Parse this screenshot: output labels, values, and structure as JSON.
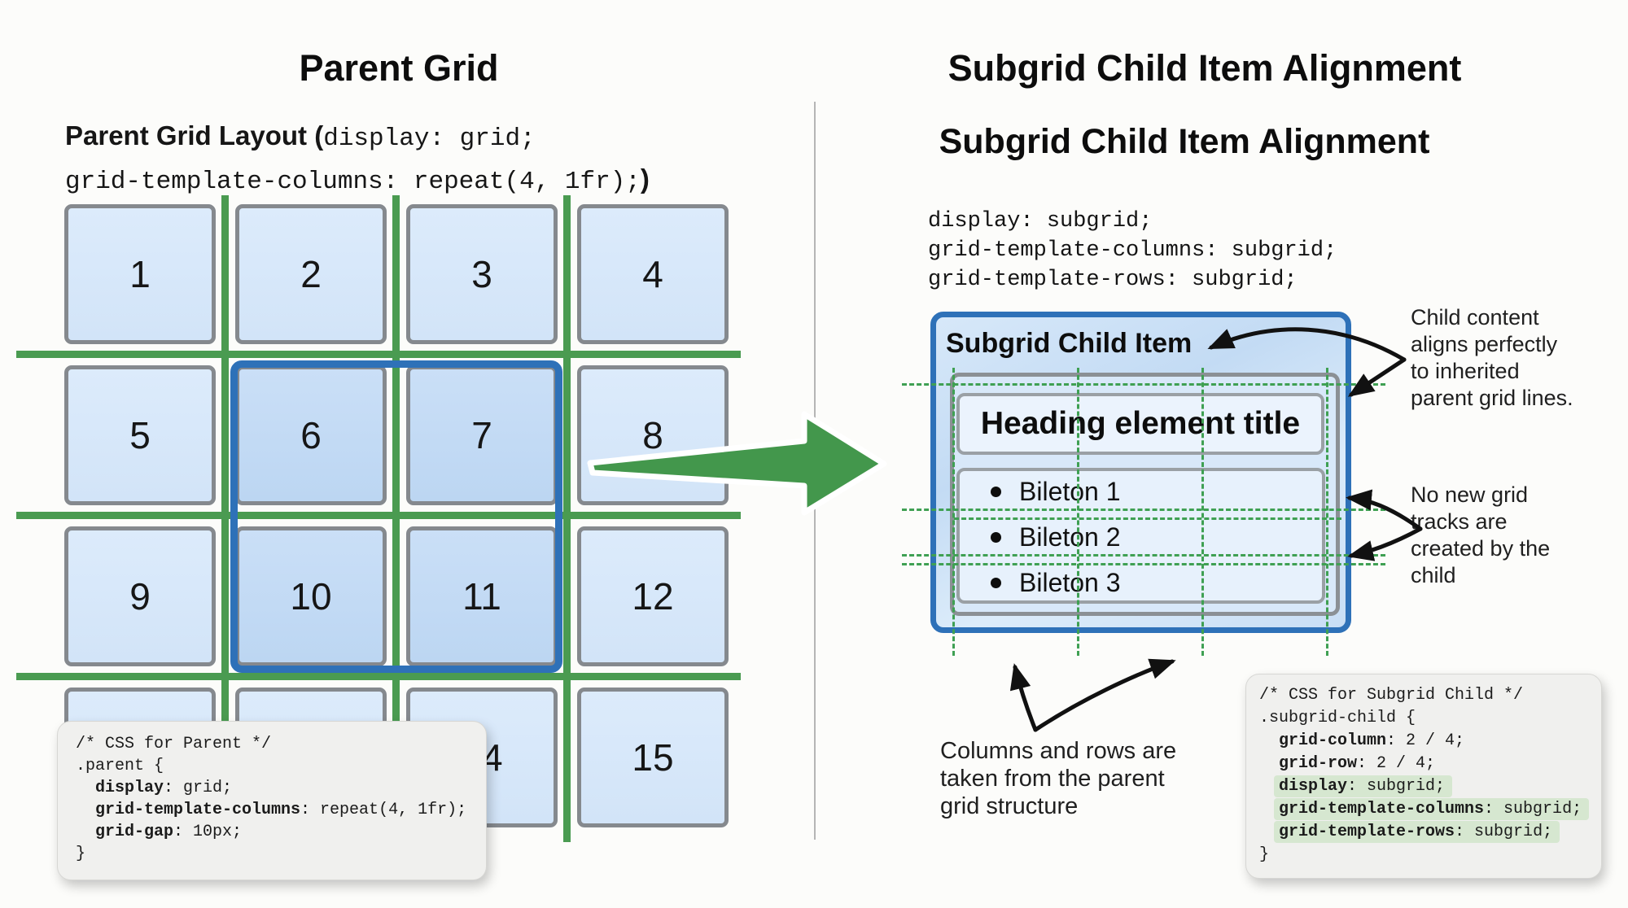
{
  "colors": {
    "green_line": "#4a9b51",
    "green_dash": "#3fa053",
    "blue_border": "#2e71b8",
    "cell_border": "#85898e",
    "arrow_green": "#43974c",
    "code_highlight": "#d6e7d0",
    "cell_fill": "#d6e7fa",
    "cell_fill_highlight": "#c3dbf5"
  },
  "left": {
    "title": "Parent Grid",
    "subtitle": {
      "bold_open": "Parent Grid Layout (",
      "code_line1": "display: grid;",
      "code_line2": "grid-template-columns: repeat(4, 1fr);",
      "bold_close": ")"
    },
    "grid_cells": [
      {
        "label": "1"
      },
      {
        "label": "2"
      },
      {
        "label": "3"
      },
      {
        "label": "4"
      },
      {
        "label": "5"
      },
      {
        "label": "6",
        "highlighted": true
      },
      {
        "label": "7",
        "highlighted": true
      },
      {
        "label": "8"
      },
      {
        "label": "9"
      },
      {
        "label": "10",
        "highlighted": true
      },
      {
        "label": "11",
        "highlighted": true
      },
      {
        "label": "12"
      },
      {
        "label": ""
      },
      {
        "label": ""
      },
      {
        "label": "14"
      },
      {
        "label": "15"
      }
    ],
    "code_box": {
      "lines": [
        {
          "text": "/* CSS for Parent */"
        },
        {
          "text": ".parent {"
        },
        {
          "indent": true,
          "bold": "display",
          "text": ": grid;"
        },
        {
          "indent": true,
          "bold": "grid-template-columns",
          "text": ": repeat(4, 1fr);"
        },
        {
          "indent": true,
          "bold": "grid-gap",
          "text": ": 10px;"
        },
        {
          "text": "}"
        }
      ]
    }
  },
  "right": {
    "title": "Subgrid Child Item Alignment",
    "title2": "Subgrid Child Item Alignment",
    "code_lines": [
      "display: subgrid;",
      "grid-template-columns: subgrid;",
      "grid-template-rows: subgrid;"
    ],
    "subgrid_box": {
      "label": "Subgrid Child Item",
      "heading": "Heading element title",
      "bullets": [
        "Bileton 1",
        "Bileton 2",
        "Bileton 3"
      ]
    },
    "annotations": {
      "align": [
        "Child content",
        "aligns perfectly",
        "to inherited",
        "parent grid lines."
      ],
      "tracks": [
        "No new grid",
        "tracks are",
        "created by the",
        "child"
      ],
      "columns": [
        "Columns and rows are",
        "taken from the parent",
        "grid structure"
      ]
    },
    "code_box": {
      "lines": [
        {
          "text": "/* CSS for Subgrid Child */"
        },
        {
          "text": ".subgrid-child {"
        },
        {
          "indent": true,
          "bold": "grid-column",
          "text": ": 2 / 4;"
        },
        {
          "indent": true,
          "bold": "grid-row",
          "text": ": 2 / 4;"
        },
        {
          "indent": true,
          "bold": "display",
          "text": ": subgrid;",
          "highlight": true
        },
        {
          "indent": true,
          "bold": "grid-template-columns",
          "text": ": subgrid;",
          "highlight": true
        },
        {
          "indent": true,
          "bold": "grid-template-rows",
          "text": ": subgrid;",
          "highlight": true
        },
        {
          "text": "}"
        }
      ]
    }
  }
}
